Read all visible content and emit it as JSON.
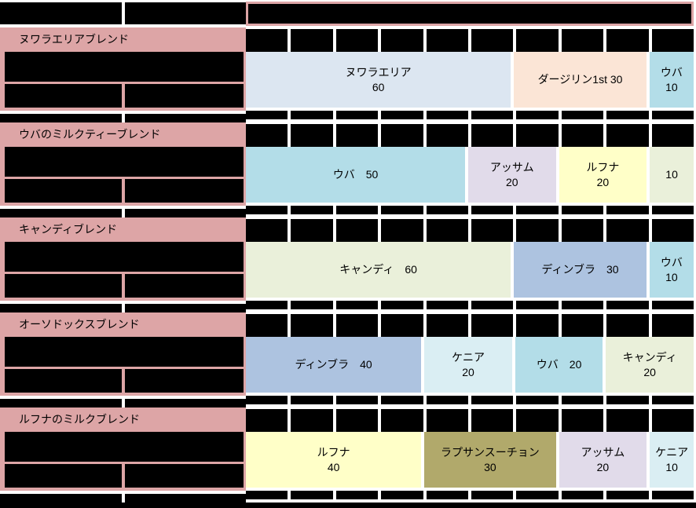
{
  "palette": {
    "pink_header": "#dda5a6",
    "redacted_black": "#000000",
    "background": "#ffffff"
  },
  "chart_data": {
    "type": "bar",
    "subtype": "stacked-100-percent",
    "orientation": "horizontal",
    "unit": "percent",
    "xlim": [
      0,
      100
    ],
    "grid": "10-percent-columns",
    "categories": [
      "ヌワラエリアブレンド",
      "ウバのミルクティーブレンド",
      "キャンディブレンド",
      "オーソドックスブレンド",
      "ルフナのミルクブレンド"
    ],
    "series_note": "each bar lists tea components with percentage",
    "bars": [
      {
        "blend": "ヌワラエリアブレンド",
        "segments": [
          {
            "name": "ヌワラエリア",
            "value": 60
          },
          {
            "name": "ダージリン1st",
            "value": 30
          },
          {
            "name": "ウバ",
            "value": 10
          }
        ]
      },
      {
        "blend": "ウバのミルクティーブレンド",
        "segments": [
          {
            "name": "ウバ",
            "value": 50
          },
          {
            "name": "アッサム",
            "value": 20
          },
          {
            "name": "ルフナ",
            "value": 20
          },
          {
            "name": "",
            "value": 10
          }
        ]
      },
      {
        "blend": "キャンディブレンド",
        "segments": [
          {
            "name": "キャンディ",
            "value": 60
          },
          {
            "name": "ディンブラ",
            "value": 30
          },
          {
            "name": "ウバ",
            "value": 10
          }
        ]
      },
      {
        "blend": "オーソドックスブレンド",
        "segments": [
          {
            "name": "ディンブラ",
            "value": 40
          },
          {
            "name": "ケニア",
            "value": 20
          },
          {
            "name": "ウバ",
            "value": 20
          },
          {
            "name": "キャンディ",
            "value": 20
          }
        ]
      },
      {
        "blend": "ルフナのミルクブレンド",
        "segments": [
          {
            "name": "ルフナ",
            "value": 40
          },
          {
            "name": "ラプサンスーチョン",
            "value": 30
          },
          {
            "name": "アッサム",
            "value": 20
          },
          {
            "name": "ケニア",
            "value": 10
          }
        ]
      }
    ]
  },
  "blends": [
    {
      "name": "ヌワラエリアブレンド",
      "segments": [
        {
          "line1": "ヌワラエリア",
          "line2": "60",
          "value": 60,
          "color": "#dce6f1"
        },
        {
          "line1": "ダージリン1st 30",
          "line2": "",
          "value": 30,
          "color": "#fbe5d6"
        },
        {
          "line1": "ウバ",
          "line2": "10",
          "value": 10,
          "color": "#b3dde8"
        }
      ]
    },
    {
      "name": "ウバのミルクティーブレンド",
      "segments": [
        {
          "line1": "ウバ　50",
          "line2": "",
          "value": 50,
          "color": "#b3dde8"
        },
        {
          "line1": "アッサム",
          "line2": "20",
          "value": 20,
          "color": "#e1dbea"
        },
        {
          "line1": "ルフナ",
          "line2": "20",
          "value": 20,
          "color": "#ffffc8"
        },
        {
          "line1": "10",
          "line2": "",
          "value": 10,
          "color": "#eaf0da"
        }
      ]
    },
    {
      "name": "キャンディブレンド",
      "segments": [
        {
          "line1": "キャンディ　60",
          "line2": "",
          "value": 60,
          "color": "#eaf0da"
        },
        {
          "line1": "ディンブラ　30",
          "line2": "",
          "value": 30,
          "color": "#adc3e0"
        },
        {
          "line1": "ウバ",
          "line2": "10",
          "value": 10,
          "color": "#b3dde8"
        }
      ]
    },
    {
      "name": "オーソドックスブレンド",
      "segments": [
        {
          "line1": "ディンブラ　40",
          "line2": "",
          "value": 40,
          "color": "#adc3e0"
        },
        {
          "line1": "ケニア",
          "line2": "20",
          "value": 20,
          "color": "#daeef3"
        },
        {
          "line1": "ウバ　20",
          "line2": "",
          "value": 20,
          "color": "#b3dde8"
        },
        {
          "line1": "キャンディ",
          "line2": "20",
          "value": 20,
          "color": "#eaf0da"
        }
      ]
    },
    {
      "name": "ルフナのミルクブレンド",
      "segments": [
        {
          "line1": "ルフナ",
          "line2": "40",
          "value": 40,
          "color": "#ffffc8"
        },
        {
          "line1": "ラプサンスーチョン",
          "line2": "30",
          "value": 30,
          "color": "#b1a96b"
        },
        {
          "line1": "アッサム",
          "line2": "20",
          "value": 20,
          "color": "#e1dbea"
        },
        {
          "line1": "ケニア",
          "line2": "10",
          "value": 10,
          "color": "#daeef3"
        }
      ]
    }
  ]
}
